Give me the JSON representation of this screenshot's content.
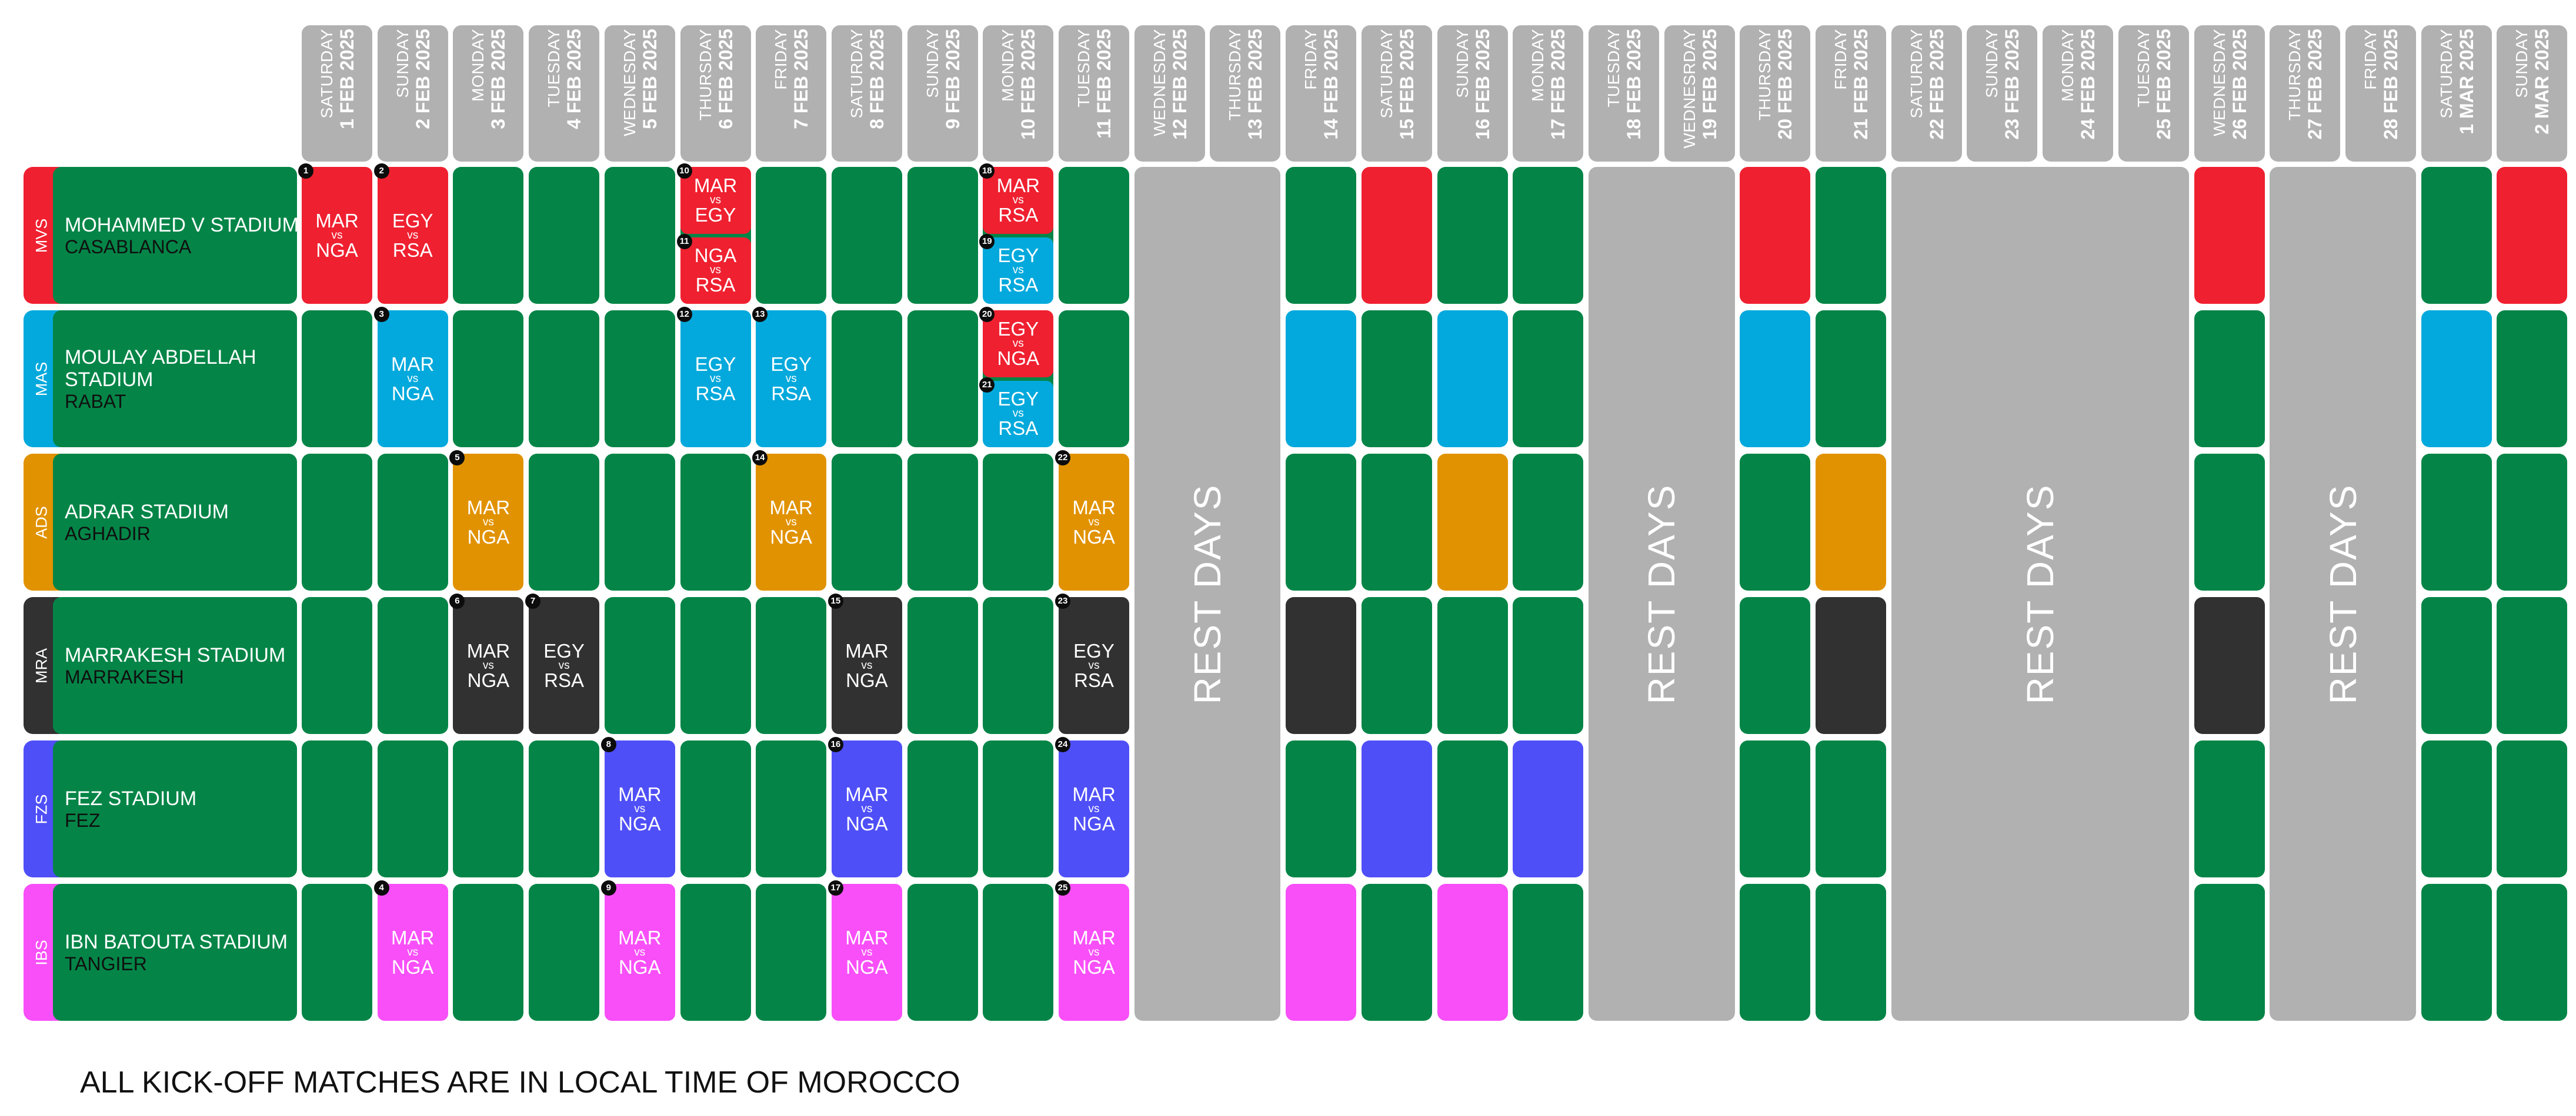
{
  "colors": {
    "green": "#048547",
    "header_gray": "#b1b1b1",
    "venues": {
      "MVS": "#ef2030",
      "MAS": "#03a9dc",
      "ADS": "#e19200",
      "MRA": "#313131",
      "FZS": "#4f4ff8",
      "IBS": "#f84ff8"
    }
  },
  "days": [
    {
      "day": "SATURDAY",
      "date": "1 FEB 2025"
    },
    {
      "day": "SUNDAY",
      "date": "2 FEB 2025"
    },
    {
      "day": "MONDAY",
      "date": "3 FEB 2025"
    },
    {
      "day": "TUESDAY",
      "date": "4 FEB 2025"
    },
    {
      "day": "WEDNESDAY",
      "date": "5 FEB 2025"
    },
    {
      "day": "THURSDAY",
      "date": "6 FEB 2025"
    },
    {
      "day": "FRIDAY",
      "date": "7 FEB 2025"
    },
    {
      "day": "SATURDAY",
      "date": "8 FEB 2025"
    },
    {
      "day": "SUNDAY",
      "date": "9 FEB 2025"
    },
    {
      "day": "MONDAY",
      "date": "10 FEB 2025"
    },
    {
      "day": "TUESDAY",
      "date": "11 FEB 2025"
    },
    {
      "day": "WEDNESDAY",
      "date": "12 FEB 2025"
    },
    {
      "day": "THURSDAY",
      "date": "13 FEB 2025"
    },
    {
      "day": "FRIDAY",
      "date": "14 FEB 2025"
    },
    {
      "day": "SATURDAY",
      "date": "15 FEB 2025"
    },
    {
      "day": "SUNDAY",
      "date": "16 FEB 2025"
    },
    {
      "day": "MONDAY",
      "date": "17 FEB 2025"
    },
    {
      "day": "TUESDAY",
      "date": "18 FEB 2025"
    },
    {
      "day": "WEDNESRDAY",
      "date": "19 FEB 2025"
    },
    {
      "day": "THURSDAY",
      "date": "20 FEB 2025"
    },
    {
      "day": "FRIDAY",
      "date": "21 FEB 2025"
    },
    {
      "day": "SATURDAY",
      "date": "22 FEB 2025"
    },
    {
      "day": "SUNDAY",
      "date": "23 FEB 2025"
    },
    {
      "day": "MONDAY",
      "date": "24 FEB 2025"
    },
    {
      "day": "TUESDAY",
      "date": "25 FEB 2025"
    },
    {
      "day": "WEDNESDAY",
      "date": "26 FEB 2025"
    },
    {
      "day": "THURSDAY",
      "date": "27 FEB 2025"
    },
    {
      "day": "FRIDAY",
      "date": "28 FEB 2025"
    },
    {
      "day": "SATURDAY",
      "date": "1 MAR 2025"
    },
    {
      "day": "SUNDAY",
      "date": "2 MAR 2025"
    }
  ],
  "venues": [
    {
      "code": "MVS",
      "name": "MOHAMMED V STADIUM",
      "city": "CASABLANCA"
    },
    {
      "code": "MAS",
      "name": "MOULAY ABDELLAH STADIUM",
      "city": "RABAT"
    },
    {
      "code": "ADS",
      "name": "ADRAR STADIUM",
      "city": "AGHADIR"
    },
    {
      "code": "MRA",
      "name": "MARRAKESH STADIUM",
      "city": "MARRAKESH"
    },
    {
      "code": "FZS",
      "name": "FEZ STADIUM",
      "city": "FEZ"
    },
    {
      "code": "IBS",
      "name": "IBN BATOUTA STADIUM",
      "city": "TANGIER"
    }
  ],
  "vs_label": "vs",
  "rest_label": "REST DAYS",
  "rest_blocks": [
    {
      "start": 11,
      "end": 12
    },
    {
      "start": 17,
      "end": 18
    },
    {
      "start": 21,
      "end": 24
    },
    {
      "start": 26,
      "end": 27
    }
  ],
  "matches": [
    {
      "venue": 0,
      "day": 0,
      "num": "1",
      "home": "MAR",
      "away": "NGA",
      "slot": "full"
    },
    {
      "venue": 0,
      "day": 1,
      "num": "2",
      "home": "EGY",
      "away": "RSA",
      "slot": "full"
    },
    {
      "venue": 0,
      "day": 5,
      "num": "10",
      "home": "MAR",
      "away": "EGY",
      "slot": "top"
    },
    {
      "venue": 0,
      "day": 5,
      "num": "11",
      "home": "NGA",
      "away": "RSA",
      "slot": "bottom"
    },
    {
      "venue": 0,
      "day": 9,
      "num": "18",
      "home": "MAR",
      "away": "RSA",
      "slot": "top"
    },
    {
      "venue": 0,
      "day": 9,
      "num": "19",
      "home": "EGY",
      "away": "RSA",
      "slot": "bottom",
      "color": "MAS"
    },
    {
      "venue": 1,
      "day": 1,
      "num": "3",
      "home": "MAR",
      "away": "NGA",
      "slot": "full"
    },
    {
      "venue": 1,
      "day": 5,
      "num": "12",
      "home": "EGY",
      "away": "RSA",
      "slot": "full"
    },
    {
      "venue": 1,
      "day": 6,
      "num": "13",
      "home": "EGY",
      "away": "RSA",
      "slot": "full"
    },
    {
      "venue": 1,
      "day": 9,
      "num": "20",
      "home": "EGY",
      "away": "NGA",
      "slot": "top",
      "color": "MVS"
    },
    {
      "venue": 1,
      "day": 9,
      "num": "21",
      "home": "EGY",
      "away": "RSA",
      "slot": "bottom"
    },
    {
      "venue": 2,
      "day": 2,
      "num": "5",
      "home": "MAR",
      "away": "NGA",
      "slot": "full"
    },
    {
      "venue": 2,
      "day": 6,
      "num": "14",
      "home": "MAR",
      "away": "NGA",
      "slot": "full"
    },
    {
      "venue": 2,
      "day": 10,
      "num": "22",
      "home": "MAR",
      "away": "NGA",
      "slot": "full"
    },
    {
      "venue": 3,
      "day": 2,
      "num": "6",
      "home": "MAR",
      "away": "NGA",
      "slot": "full"
    },
    {
      "venue": 3,
      "day": 3,
      "num": "7",
      "home": "EGY",
      "away": "RSA",
      "slot": "full"
    },
    {
      "venue": 3,
      "day": 7,
      "num": "15",
      "home": "MAR",
      "away": "NGA",
      "slot": "full"
    },
    {
      "venue": 3,
      "day": 10,
      "num": "23",
      "home": "EGY",
      "away": "RSA",
      "slot": "full"
    },
    {
      "venue": 4,
      "day": 4,
      "num": "8",
      "home": "MAR",
      "away": "NGA",
      "slot": "full"
    },
    {
      "venue": 4,
      "day": 7,
      "num": "16",
      "home": "MAR",
      "away": "NGA",
      "slot": "full"
    },
    {
      "venue": 4,
      "day": 10,
      "num": "24",
      "home": "MAR",
      "away": "NGA",
      "slot": "full"
    },
    {
      "venue": 5,
      "day": 1,
      "num": "4",
      "home": "MAR",
      "away": "NGA",
      "slot": "full"
    },
    {
      "venue": 5,
      "day": 4,
      "num": "9",
      "home": "MAR",
      "away": "NGA",
      "slot": "full"
    },
    {
      "venue": 5,
      "day": 7,
      "num": "17",
      "home": "MAR",
      "away": "NGA",
      "slot": "full"
    },
    {
      "venue": 5,
      "day": 10,
      "num": "25",
      "home": "MAR",
      "away": "NGA",
      "slot": "full"
    }
  ],
  "colored_blocks": [
    {
      "venue": 0,
      "day": 14
    },
    {
      "venue": 0,
      "day": 19
    },
    {
      "venue": 0,
      "day": 25
    },
    {
      "venue": 0,
      "day": 29
    },
    {
      "venue": 1,
      "day": 13
    },
    {
      "venue": 1,
      "day": 15
    },
    {
      "venue": 1,
      "day": 19
    },
    {
      "venue": 1,
      "day": 28
    },
    {
      "venue": 2,
      "day": 15
    },
    {
      "venue": 2,
      "day": 20
    },
    {
      "venue": 3,
      "day": 13
    },
    {
      "venue": 3,
      "day": 20
    },
    {
      "venue": 3,
      "day": 25
    },
    {
      "venue": 4,
      "day": 14
    },
    {
      "venue": 4,
      "day": 16
    },
    {
      "venue": 5,
      "day": 13
    },
    {
      "venue": 5,
      "day": 15
    }
  ],
  "footnote": "ALL KICK-OFF MATCHES ARE IN LOCAL TIME OF MOROCCO"
}
